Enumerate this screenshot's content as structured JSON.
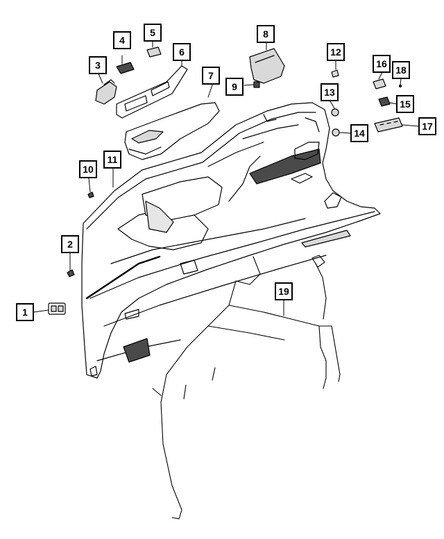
{
  "diagram": {
    "callouts": [
      {
        "id": "c1",
        "label": "1"
      },
      {
        "id": "c2",
        "label": "2"
      },
      {
        "id": "c3",
        "label": "3"
      },
      {
        "id": "c4",
        "label": "4"
      },
      {
        "id": "c5",
        "label": "5"
      },
      {
        "id": "c6",
        "label": "6"
      },
      {
        "id": "c7",
        "label": "7"
      },
      {
        "id": "c8",
        "label": "8"
      },
      {
        "id": "c9",
        "label": "9"
      },
      {
        "id": "c10",
        "label": "10"
      },
      {
        "id": "c11",
        "label": "11"
      },
      {
        "id": "c12",
        "label": "12"
      },
      {
        "id": "c13",
        "label": "13"
      },
      {
        "id": "c14",
        "label": "14"
      },
      {
        "id": "c15",
        "label": "15"
      },
      {
        "id": "c16",
        "label": "16"
      },
      {
        "id": "c17",
        "label": "17"
      },
      {
        "id": "c18",
        "label": "18"
      },
      {
        "id": "c19",
        "label": "19"
      }
    ],
    "colors": {
      "ink": "#000000",
      "paper": "#ffffff",
      "shade": "#d9d9d9",
      "dark": "#4a4a4a"
    }
  }
}
